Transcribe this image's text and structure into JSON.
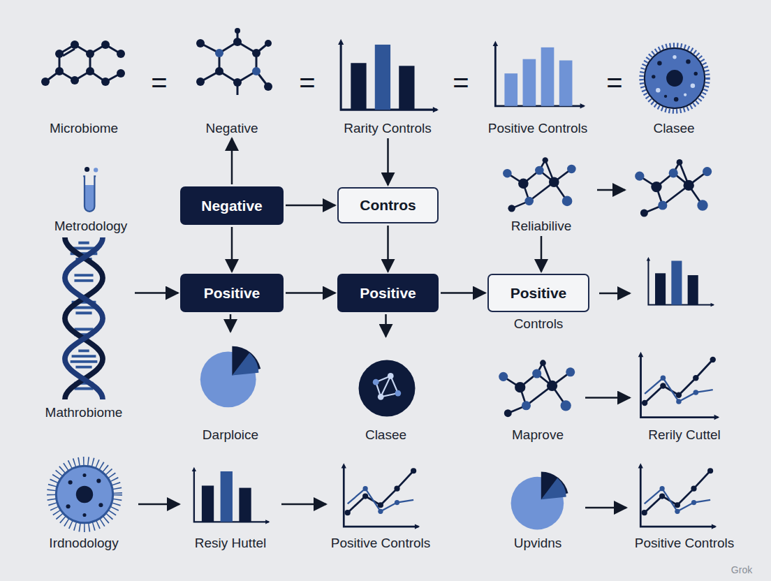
{
  "diagram": {
    "nodes": [
      {
        "text": [
          "Microbiome"
        ]
      },
      {
        "text": [
          "Negative"
        ]
      },
      {
        "text": [
          "Rarity Controls"
        ]
      },
      {
        "text": [
          "Positive Controls"
        ]
      },
      {
        "text": [
          "Clasee"
        ]
      },
      {
        "text": [
          "Metrodology"
        ]
      },
      {
        "text": [
          "Negative"
        ]
      },
      {
        "text": [
          "Contros"
        ]
      },
      {
        "text": [
          "Reliabilive"
        ]
      },
      {
        "text": [
          "Mathrobiome"
        ]
      },
      {
        "text": [
          "Positive"
        ]
      },
      {
        "text": [
          "Positive"
        ]
      },
      {
        "text": [
          "Positive",
          "Controls"
        ]
      },
      {
        "text": [
          "Darploice"
        ]
      },
      {
        "text": [
          "Clasee"
        ]
      },
      {
        "text": [
          "Maprove"
        ]
      },
      {
        "text": [
          "Rerily Cuttel"
        ]
      },
      {
        "text": [
          "Irdnodology"
        ]
      },
      {
        "text": [
          "Resiy Huttel"
        ]
      },
      {
        "text": [
          "Positive Controls"
        ]
      },
      {
        "text": [
          "Upvidns"
        ]
      },
      {
        "text": [
          "Positive Controls"
        ]
      }
    ],
    "edges": [
      {
        "from": 6,
        "to": 1,
        "arrow": "to"
      },
      {
        "from": 2,
        "to": 7,
        "arrow": "to"
      },
      {
        "from": 6,
        "to": 7,
        "arrow": "to"
      },
      {
        "from": 6,
        "to": 10,
        "arrow": "to"
      },
      {
        "from": 7,
        "to": 11,
        "arrow": "to"
      },
      {
        "from": 8,
        "to": 12,
        "arrow": "to"
      },
      {
        "from": 9,
        "to": 10,
        "arrow": "to"
      },
      {
        "from": 10,
        "to": 11,
        "arrow": "to"
      },
      {
        "from": 11,
        "to": 12,
        "arrow": "to"
      },
      {
        "from": 10,
        "to": 13,
        "arrow": "to"
      },
      {
        "from": 11,
        "to": 14,
        "arrow": "to"
      },
      {
        "from": 15,
        "to": 16,
        "arrow": "to"
      },
      {
        "from": 17,
        "to": 18,
        "arrow": "to"
      },
      {
        "from": 18,
        "to": 19,
        "arrow": "to"
      },
      {
        "from": 20,
        "to": 21,
        "arrow": "to"
      }
    ],
    "labels": [
      "=",
      "=",
      "=",
      "=",
      "Grok"
    ]
  }
}
